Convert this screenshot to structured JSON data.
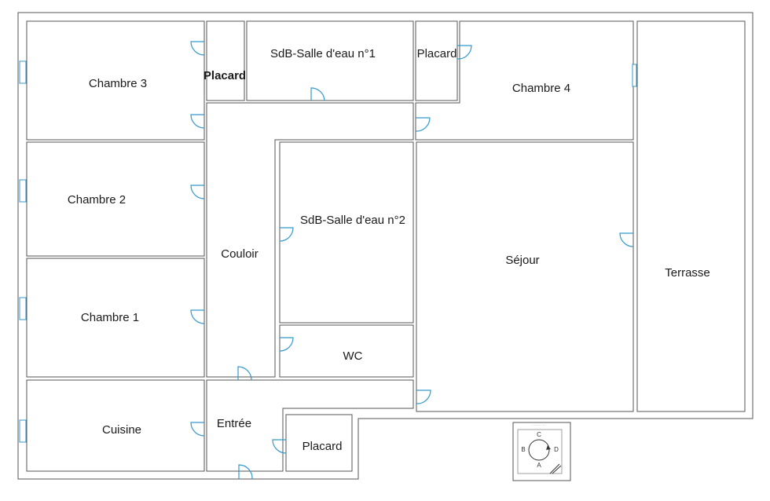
{
  "rooms": {
    "chambre_3": "Chambre 3",
    "placard_1": "Placard",
    "sdb_1": "SdB-Salle d'eau n°1",
    "placard_2": "Placard",
    "chambre_4": "Chambre 4",
    "chambre_2": "Chambre 2",
    "sdb_2": "SdB-Salle d'eau n°2",
    "couloir": "Couloir",
    "sejour": "Séjour",
    "terrasse": "Terrasse",
    "chambre_1": "Chambre 1",
    "wc": "WC",
    "cuisine": "Cuisine",
    "entree": "Entrée",
    "placard_3": "Placard"
  },
  "compass": {
    "a": "A",
    "b": "B",
    "c": "C",
    "d": "D"
  },
  "colors": {
    "walls": "#555555",
    "doors": "#3399cc"
  }
}
